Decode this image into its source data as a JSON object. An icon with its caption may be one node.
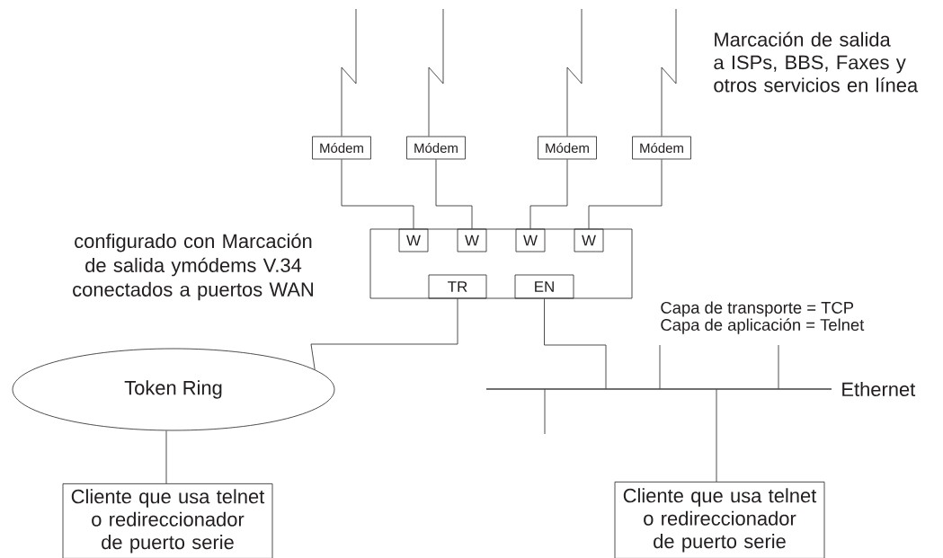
{
  "diagram": {
    "nodes": [
      {
        "text": [],
        "shape": "box",
        "beside": [
          "configurado con Marcación de salida ymódems V.34 conectados a puertos  WAN"
        ]
      },
      {
        "text": [
          "Módem"
        ]
      },
      {
        "text": [
          "Módem"
        ]
      },
      {
        "text": [
          "Módem"
        ]
      },
      {
        "text": [
          "Módem"
        ]
      },
      {
        "text": [
          "W"
        ],
        "in": 0
      },
      {
        "text": [
          "W"
        ],
        "in": 0
      },
      {
        "text": [
          "W"
        ],
        "in": 0
      },
      {
        "text": [
          "W"
        ],
        "in": 0
      },
      {
        "text": [
          "TR"
        ],
        "in": 0
      },
      {
        "text": [
          "EN"
        ],
        "in": 0
      },
      {
        "text": [
          "Token Ring"
        ]
      },
      {
        "text": [],
        "shape": "bar",
        "beside": [
          "Ethernet"
        ]
      },
      {
        "text": [
          "Cliente que usa telnet o redireccionador de puerto serie"
        ]
      },
      {
        "text": [
          "Cliente que usa telnet o redireccionador de puerto serie"
        ]
      }
    ],
    "edges": [
      {
        "from": null,
        "to": 1,
        "arrow": "none"
      },
      {
        "from": null,
        "to": 2,
        "arrow": "none"
      },
      {
        "from": null,
        "to": 3,
        "arrow": "none"
      },
      {
        "from": null,
        "to": 4,
        "arrow": "none"
      },
      {
        "from": 1,
        "to": 5,
        "arrow": "none"
      },
      {
        "from": 2,
        "to": 6,
        "arrow": "none"
      },
      {
        "from": 3,
        "to": 7,
        "arrow": "none"
      },
      {
        "from": 4,
        "to": 8,
        "arrow": "none"
      },
      {
        "from": 9,
        "to": 11,
        "arrow": "none"
      },
      {
        "from": 10,
        "to": 12,
        "arrow": "none"
      },
      {
        "from": 11,
        "to": 13,
        "arrow": "none"
      },
      {
        "from": 12,
        "to": 14,
        "arrow": "none"
      },
      {
        "from": 12,
        "to": null,
        "arrow": "none"
      },
      {
        "from": null,
        "to": 12,
        "arrow": "none"
      },
      {
        "from": null,
        "to": 12,
        "arrow": "none"
      }
    ],
    "labels": [
      "Marcación de salida a ISPs, BBS, Faxes y otros servicios en línea",
      "Capa de transporte = TCP",
      "Capa de aplicación = Telnet"
    ]
  }
}
